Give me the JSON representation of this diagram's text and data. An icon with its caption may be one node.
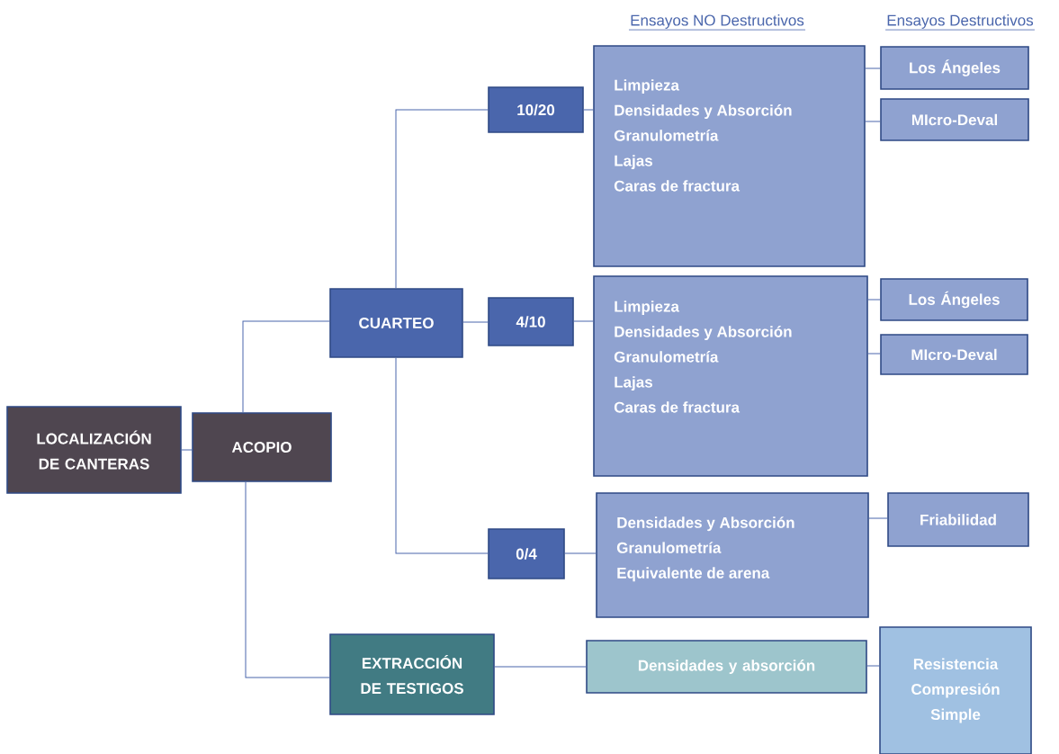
{
  "diagram": {
    "nodes": [
      {
        "text": [
          "LOCALIZACIÓN DE CANTERAS"
        ]
      },
      {
        "text": [
          "ACOPIO"
        ]
      },
      {
        "text": [
          "CUARTEO"
        ]
      },
      {
        "text": [
          "EXTRACCIÓN DE TESTIGOS"
        ]
      },
      {
        "text": [
          "10/20"
        ]
      },
      {
        "text": [
          "4/10"
        ]
      },
      {
        "text": [
          "0/4"
        ]
      },
      {
        "text": [
          "Limpieza",
          "Densidades y Absorción",
          "Granulometría",
          "Lajas",
          "Caras de fractura"
        ]
      },
      {
        "text": [
          "Los Ángeles"
        ]
      },
      {
        "text": [
          "MIcro-Deval"
        ]
      },
      {
        "text": [
          "Limpieza",
          "Densidades y Absorción",
          "Granulometría",
          "Lajas",
          "Caras de fractura"
        ]
      },
      {
        "text": [
          "Los Ángeles"
        ]
      },
      {
        "text": [
          "MIcro-Deval"
        ]
      },
      {
        "text": [
          "Densidades y Absorción",
          "Granulometría",
          "Equivalente de arena"
        ]
      },
      {
        "text": [
          "Friabilidad"
        ]
      },
      {
        "text": [
          "Densidades y absorción"
        ]
      },
      {
        "text": [
          "Resistencia Compresión Simple"
        ]
      }
    ],
    "edges": [
      {
        "from": 0,
        "to": 1,
        "arrow": "none"
      },
      {
        "from": 1,
        "to": 2,
        "arrow": "none"
      },
      {
        "from": 1,
        "to": 3,
        "arrow": "none"
      },
      {
        "from": 2,
        "to": 4,
        "arrow": "none"
      },
      {
        "from": 2,
        "to": 5,
        "arrow": "none"
      },
      {
        "from": 2,
        "to": 6,
        "arrow": "none"
      },
      {
        "from": 4,
        "to": 7,
        "arrow": "none"
      },
      {
        "from": 7,
        "to": 8,
        "arrow": "none"
      },
      {
        "from": 7,
        "to": 9,
        "arrow": "none"
      },
      {
        "from": 5,
        "to": 10,
        "arrow": "none"
      },
      {
        "from": 10,
        "to": 11,
        "arrow": "none"
      },
      {
        "from": 10,
        "to": 12,
        "arrow": "none"
      },
      {
        "from": 6,
        "to": 13,
        "arrow": "none"
      },
      {
        "from": 13,
        "to": 14,
        "arrow": "none"
      },
      {
        "from": 3,
        "to": 15,
        "arrow": "none"
      },
      {
        "from": 15,
        "to": 16,
        "arrow": "none"
      }
    ],
    "labels": [
      "Ensayos NO Destructivos",
      "Ensayos Destructivos"
    ]
  }
}
